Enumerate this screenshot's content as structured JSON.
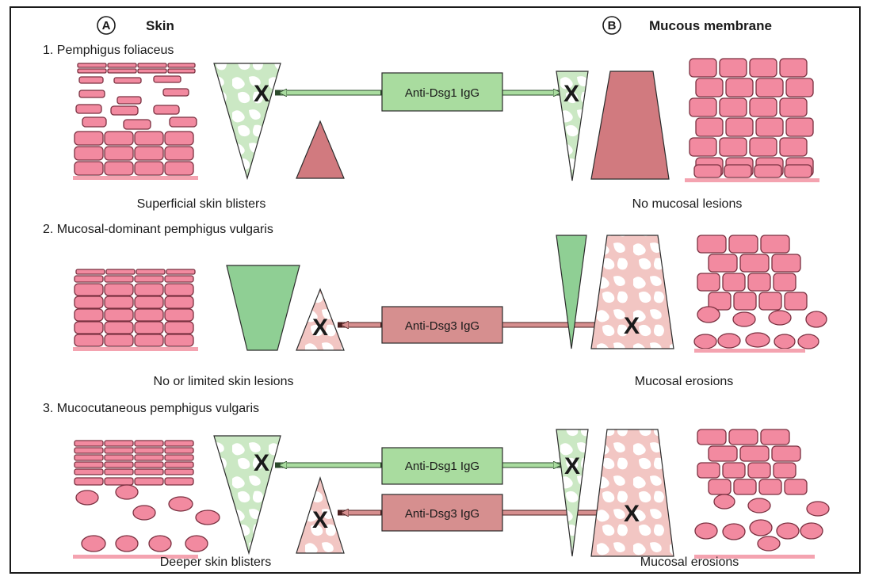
{
  "panels": {
    "a": {
      "letter": "A",
      "title": "Skin"
    },
    "b": {
      "letter": "B",
      "title": "Mucous membrane"
    }
  },
  "rows": [
    {
      "title": "1. Pemphigus foliaceus",
      "skin_caption": "Superficial skin blisters",
      "mucosa_caption": "No mucosal lesions",
      "antibodies": [
        "Anti-Dsg1 IgG"
      ]
    },
    {
      "title": "2. Mucosal-dominant pemphigus vulgaris",
      "skin_caption": "No or limited skin lesions",
      "mucosa_caption": "Mucosal erosions",
      "antibodies": [
        "Anti-Dsg3 IgG"
      ]
    },
    {
      "title": "3. Mucocutaneous pemphigus vulgaris",
      "skin_caption": "Deeper skin blisters",
      "mucosa_caption": "Mucosal erosions",
      "antibodies": [
        "Anti-Dsg1 IgG",
        "Anti-Dsg3 IgG"
      ]
    }
  ],
  "marks": {
    "blocked": "X"
  },
  "colors": {
    "dsg1_fill": "#8fcf94",
    "dsg1_box": "#a9dc9f",
    "dsg1_light": "#cfe9c8",
    "dsg3_fill": "#d17a7f",
    "dsg3_box": "#d68f8f",
    "dsg3_light": "#f3c9c6",
    "cell": "#f28aa0",
    "cell_stroke": "#7a3040",
    "basement": "#f4a3b0"
  }
}
